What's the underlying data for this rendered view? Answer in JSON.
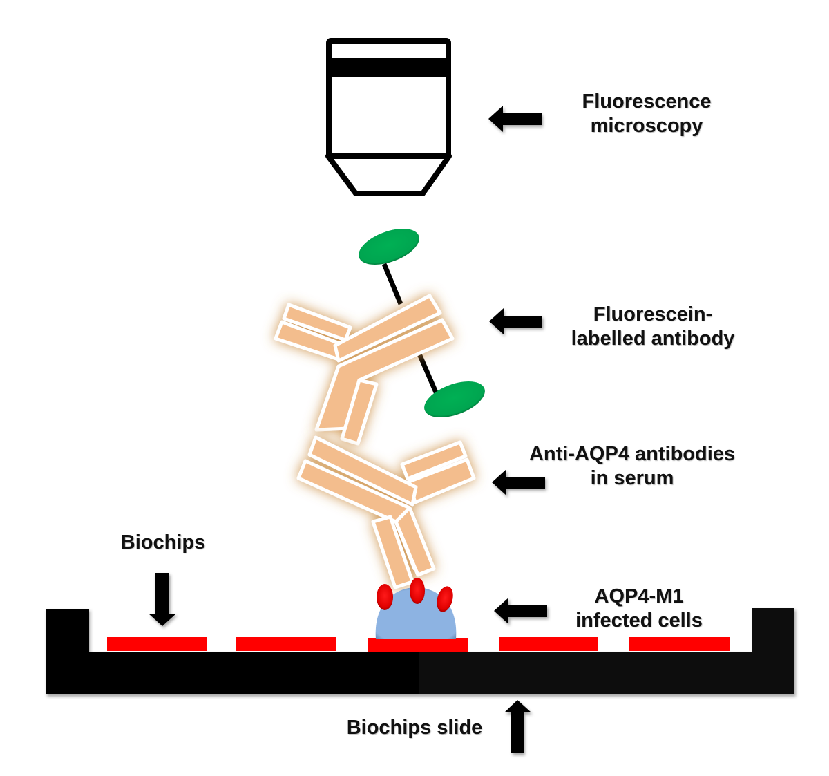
{
  "title": "AQP4 cell-based biochip indirect immunofluorescence assay",
  "colors": {
    "background": "#ffffff",
    "slide": "#000000",
    "biochip": "#ff0000",
    "cell": "#8db3e2",
    "antigen": "#e00000",
    "antibody_fill": "#f3bd8d",
    "antibody_glow": "#c98a3c",
    "fluorophore": "#00a550",
    "arrow": "#000000"
  },
  "labels": {
    "microscope": {
      "line1": "Fluorescence",
      "line2": "microscopy"
    },
    "secondary_antibody": {
      "line1": "Fluorescein-",
      "line2": "labelled antibody"
    },
    "primary_antibody": {
      "line1": "Anti-AQP4 antibodies",
      "line2": "in serum"
    },
    "cells": {
      "line1": "AQP4-M1",
      "line2": "infected cells"
    },
    "biochips": {
      "line1": "Biochips"
    },
    "slide": {
      "line1": "Biochips slide"
    }
  },
  "icons": {
    "microscope": "microscope-objective-icon",
    "fluorophore": "fluorophore-ellipse",
    "antibody": "y-shaped-antibody",
    "cell": "dome-cell",
    "arrow": "block-arrow"
  },
  "biochip_count": 5,
  "antigen_count": 3
}
